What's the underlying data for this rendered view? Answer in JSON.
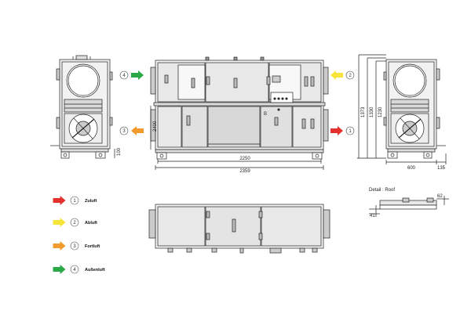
{
  "colors": {
    "zuluft": "#e5312b",
    "abluft": "#f6e43a",
    "fortluft": "#f29a2e",
    "aussenluft": "#2aa84a",
    "line": "#222222",
    "fill": "#e6e6e6"
  },
  "dimensions": {
    "inner_length": "2250",
    "outer_length": "2359",
    "left_height": "100",
    "front_height": "2400",
    "side_h1": "1373",
    "side_h2": "1330",
    "side_h3": "1230",
    "side_width": "600",
    "side_offset": "135",
    "roof_top": "62",
    "roof_side": "41"
  },
  "ports": {
    "top_left": "4",
    "bottom_left": "3",
    "top_right": "2",
    "bottom_right": "1"
  },
  "detail_title": "Detail : Roof",
  "legend": [
    {
      "num": "1",
      "label": "Zuluft",
      "icon": "arrow-right-icon"
    },
    {
      "num": "2",
      "label": "Abluft",
      "icon": "arrow-right-icon"
    },
    {
      "num": "3",
      "label": "Fortluft",
      "icon": "arrow-right-icon"
    },
    {
      "num": "4",
      "label": "Außenluft",
      "icon": "arrow-right-icon"
    }
  ],
  "control_box_label": "B"
}
